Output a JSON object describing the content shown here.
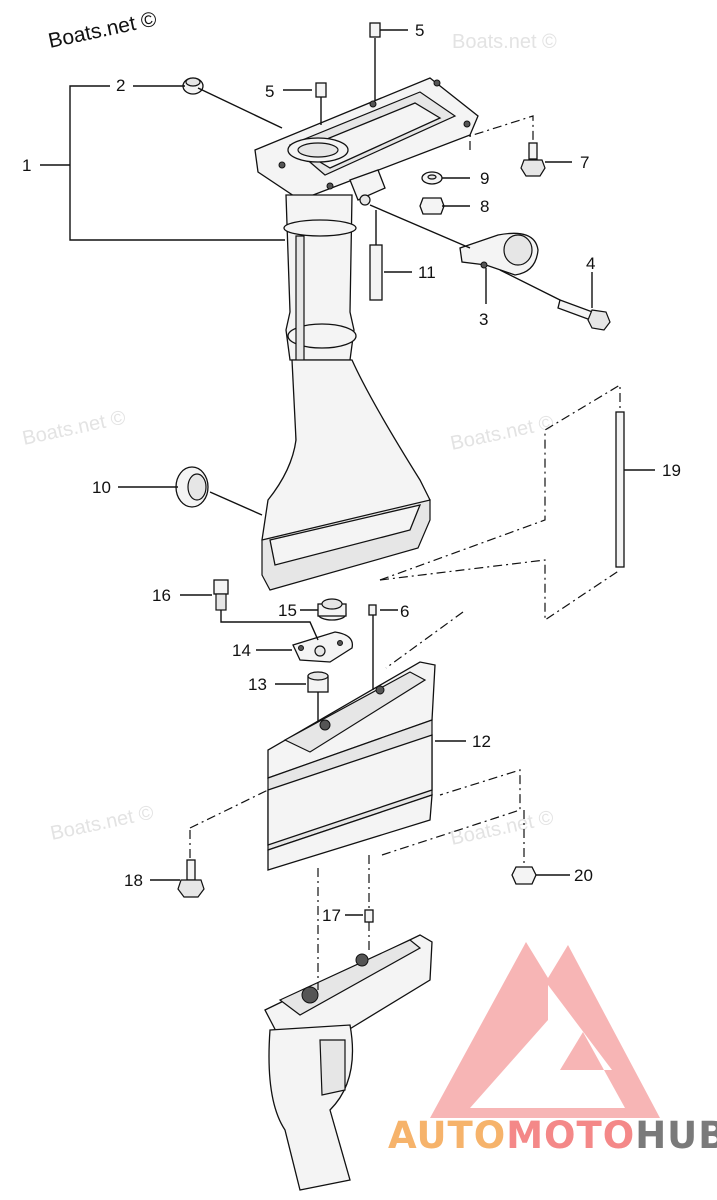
{
  "watermark_corner": "Boats.net ©",
  "watermark_faint": "Boats.net ©",
  "logo": {
    "word_auto": "AUTO",
    "word_moto": "MOTO",
    "word_hub": "HUB",
    "color_auto": "#f6b36b",
    "color_moto": "#f48888",
    "color_hub": "#7a7a7a",
    "color_triangle": "#f49c9c"
  },
  "callouts": [
    {
      "id": "c1",
      "text": "1"
    },
    {
      "id": "c2",
      "text": "2"
    },
    {
      "id": "c3",
      "text": "3"
    },
    {
      "id": "c4",
      "text": "4"
    },
    {
      "id": "c5a",
      "text": "5"
    },
    {
      "id": "c5b",
      "text": "5"
    },
    {
      "id": "c6",
      "text": "6"
    },
    {
      "id": "c7",
      "text": "7"
    },
    {
      "id": "c8",
      "text": "8"
    },
    {
      "id": "c9",
      "text": "9"
    },
    {
      "id": "c10",
      "text": "10"
    },
    {
      "id": "c11",
      "text": "11"
    },
    {
      "id": "c12",
      "text": "12"
    },
    {
      "id": "c13",
      "text": "13"
    },
    {
      "id": "c14",
      "text": "14"
    },
    {
      "id": "c15",
      "text": "15"
    },
    {
      "id": "c16",
      "text": "16"
    },
    {
      "id": "c17",
      "text": "17"
    },
    {
      "id": "c18",
      "text": "18"
    },
    {
      "id": "c19",
      "text": "19"
    },
    {
      "id": "c20",
      "text": "20"
    }
  ]
}
